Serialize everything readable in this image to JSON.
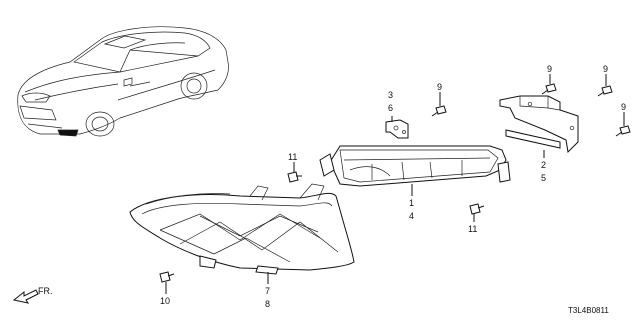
{
  "diagram": {
    "callouts": {
      "c3": "3",
      "c6": "6",
      "c9a": "9",
      "c9b": "9",
      "c9c": "9",
      "c9d": "9",
      "c2": "2",
      "c5": "5",
      "c11a": "11",
      "c11b": "11",
      "c1": "1",
      "c4": "4",
      "c10": "10",
      "c7": "7",
      "c8": "8"
    },
    "direction": "FR.",
    "code": "T3L4B0811"
  },
  "icons": {
    "arrow": "front-direction-arrow-icon",
    "bolt": "bolt-icon"
  },
  "colors": {
    "line": "#111111",
    "background": "#ffffff"
  }
}
